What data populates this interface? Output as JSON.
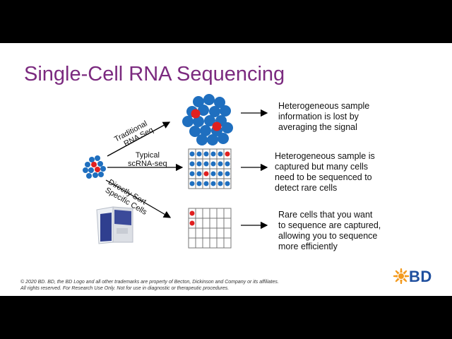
{
  "title": "Single-Cell RNA Sequencing",
  "branches": [
    {
      "label_lines": [
        "Traditional",
        "RNA Seq"
      ],
      "description": [
        "Heterogeneous sample",
        "information is lost by",
        "averaging the signal"
      ]
    },
    {
      "label_lines": [
        "Typical",
        "scRNA-seq"
      ],
      "description": [
        "Heterogeneous sample is",
        "captured but many cells",
        "need to be sequenced to",
        "detect rare cells"
      ]
    },
    {
      "label_lines": [
        "Directly Sort",
        "Specific Cells"
      ],
      "description": [
        "Rare cells that you want",
        "to sequence are captured,",
        "allowing you to sequence",
        "more efficiently"
      ]
    }
  ],
  "footer": {
    "line1": "© 2020 BD. BD, the BD Logo and all other trademarks are property of Becton, Dickinson and Company or its affiliates.",
    "line2": "All rights reserved. For Research Use Only. Not for use in diagnostic or therapeutic procedures."
  },
  "logo": {
    "text": "BD",
    "icon": "bd-starburst-icon"
  },
  "colors": {
    "title": "#7b2a7f",
    "cell_blue": "#1f6fbf",
    "cell_red": "#e02020",
    "logo_orange": "#f39a1e",
    "logo_blue": "#1f4f9e"
  }
}
